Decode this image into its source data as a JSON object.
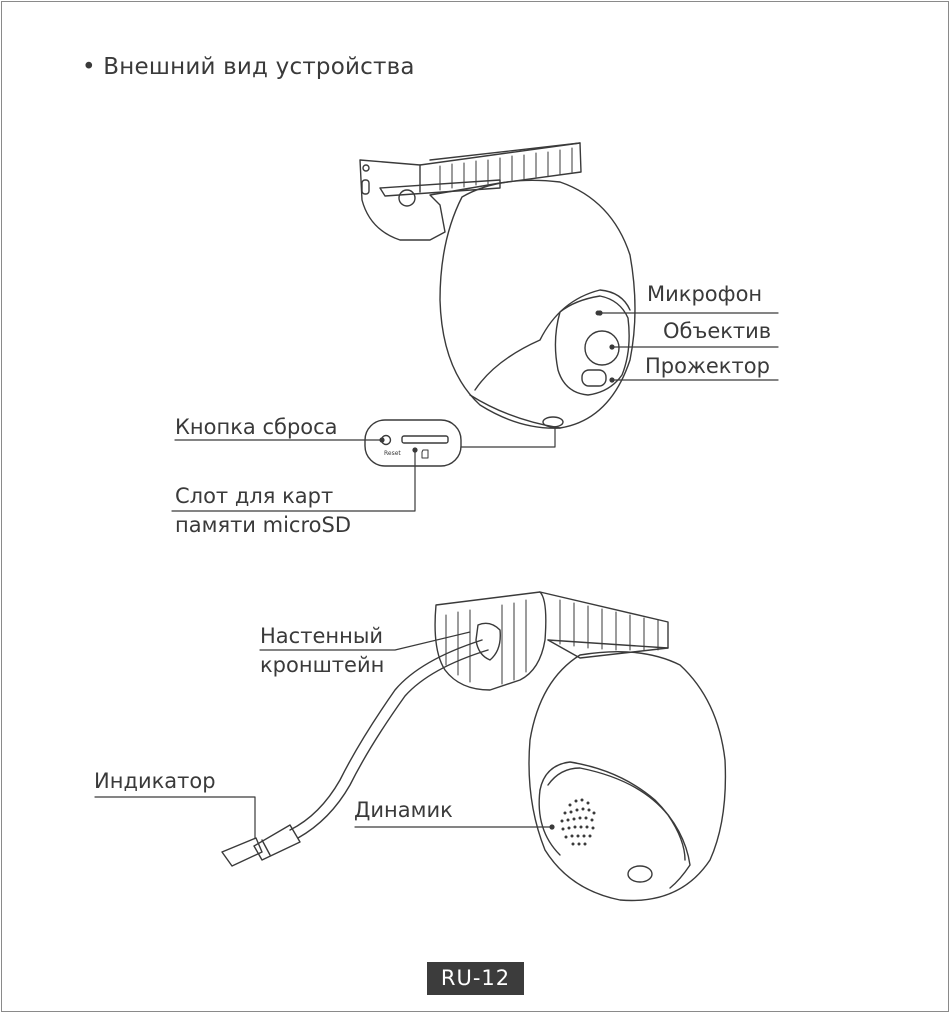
{
  "section": {
    "bullet": "•",
    "title": "Внешний вид устройства"
  },
  "top_view": {
    "labels": {
      "microphone": "Микрофон",
      "lens": "Объектив",
      "spotlight": "Прожектор",
      "reset_button": "Кнопка сброса",
      "sd_slot_line1": "Слот для карт",
      "sd_slot_line2": "памяти microSD"
    },
    "reset_text": "Reset"
  },
  "bottom_view": {
    "labels": {
      "wall_mount_line1": "Настенный",
      "wall_mount_line2": "кронштейн",
      "indicator": "Индикатор",
      "speaker": "Динамик"
    }
  },
  "footer": {
    "page": "RU-12"
  }
}
